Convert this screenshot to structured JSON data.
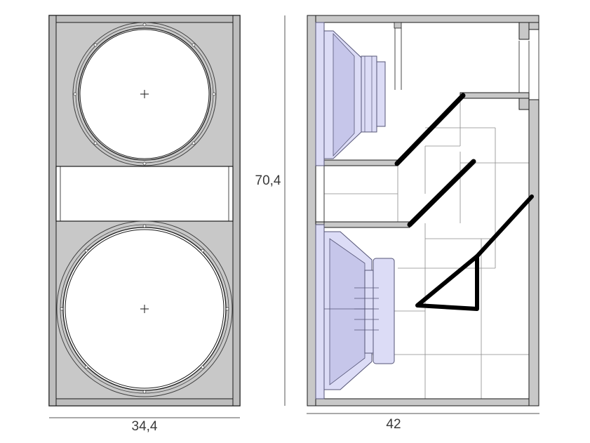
{
  "dimensions": {
    "width_label": "34,4",
    "height_label": "70,4",
    "depth_label": "42"
  },
  "colors": {
    "panel": "#c8c8c8",
    "outline": "#1a1a1a",
    "driver_fill": "#dcdcf6",
    "driver_stroke": "#555577",
    "guide_line": "#8a8a8a",
    "deflector": "#000000"
  },
  "icons": {
    "driver_center_mark": "crosshair-icon"
  }
}
